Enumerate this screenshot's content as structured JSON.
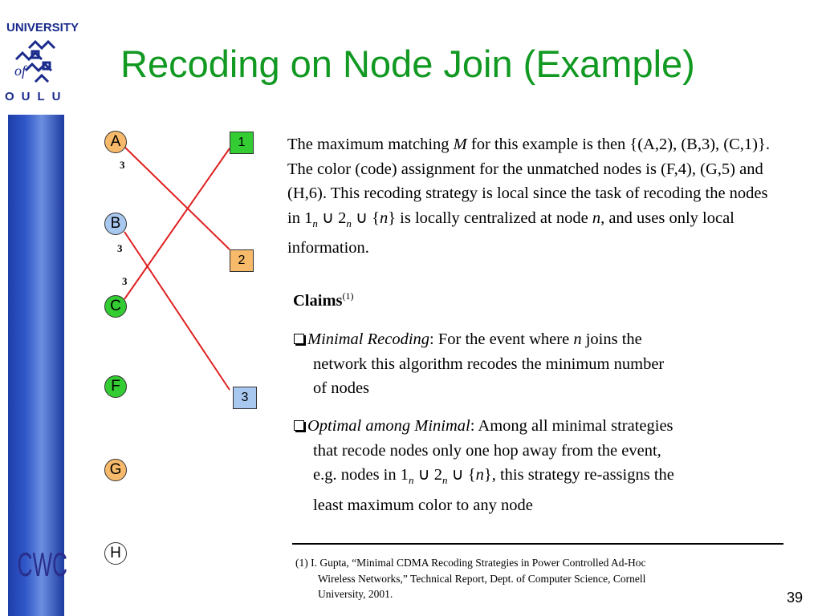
{
  "title": "Recoding on Node Join (Example)",
  "logo": {
    "university": "UNIVERSITY",
    "of": "of",
    "oulu": "OULU",
    "cwc": "CWC"
  },
  "graph": {
    "left_nodes": [
      {
        "label": "A",
        "color": "#f7b96a"
      },
      {
        "label": "B",
        "color": "#a8c8f0"
      },
      {
        "label": "C",
        "color": "#33cc33"
      },
      {
        "label": "F",
        "color": "#33cc33"
      },
      {
        "label": "G",
        "color": "#f7b96a"
      },
      {
        "label": "H",
        "color": "#ffffff"
      }
    ],
    "right_nodes": [
      {
        "label": "1",
        "color": "#33cc33"
      },
      {
        "label": "2",
        "color": "#f7b96a"
      },
      {
        "label": "3",
        "color": "#a8c8f0"
      }
    ],
    "edges": [
      [
        "A",
        "2"
      ],
      [
        "B",
        "3"
      ],
      [
        "C",
        "1"
      ]
    ],
    "edge_color": "#e02020",
    "weights": [
      "3",
      "3",
      "3"
    ]
  },
  "paragraph": {
    "t1": "The maximum matching ",
    "m": "M",
    "t2": " for this example is then {(A,2), (B,3), (C,1)}. The color (code) assignment for the unmatched nodes is (F,4), (G,5) and (H,6). This recoding strategy is local since the task of recoding the nodes in 1",
    "sub1": "n",
    "t3": " ∪ 2",
    "sub2": "n",
    "t4": " ∪ {",
    "n1": "n",
    "t5": "} is locally centralized at node ",
    "n2": "n",
    "t6": ", and uses only local information."
  },
  "claims": {
    "label": "Claims",
    "ref": "(1)"
  },
  "bullet1": {
    "term": "Minimal Recoding",
    "t1": ": For the event where ",
    "n": "n",
    "t2": " joins the",
    "line2": "network this algorithm recodes the minimum number",
    "line3": "of nodes"
  },
  "bullet2": {
    "term": "Optimal among Minimal",
    "t1": ": Among all minimal strategies",
    "line2": "that recode nodes only one hop away from the event,",
    "l3a": "e.g. nodes in 1",
    "sub1": "n",
    "l3b": " ∪ 2",
    "sub2": "n",
    "l3c": " ∪ {",
    "n": "n",
    "l3d": "}, this strategy re-assigns the",
    "line4": "least maximum color to any node"
  },
  "footnote": {
    "line1": "(1) I. Gupta, “Minimal CDMA Recoding Strategies in Power Controlled Ad-Hoc",
    "line2": "Wireless Networks,” Technical Report, Dept. of Computer Science, Cornell",
    "line3": "University, 2001."
  },
  "page_number": "39"
}
